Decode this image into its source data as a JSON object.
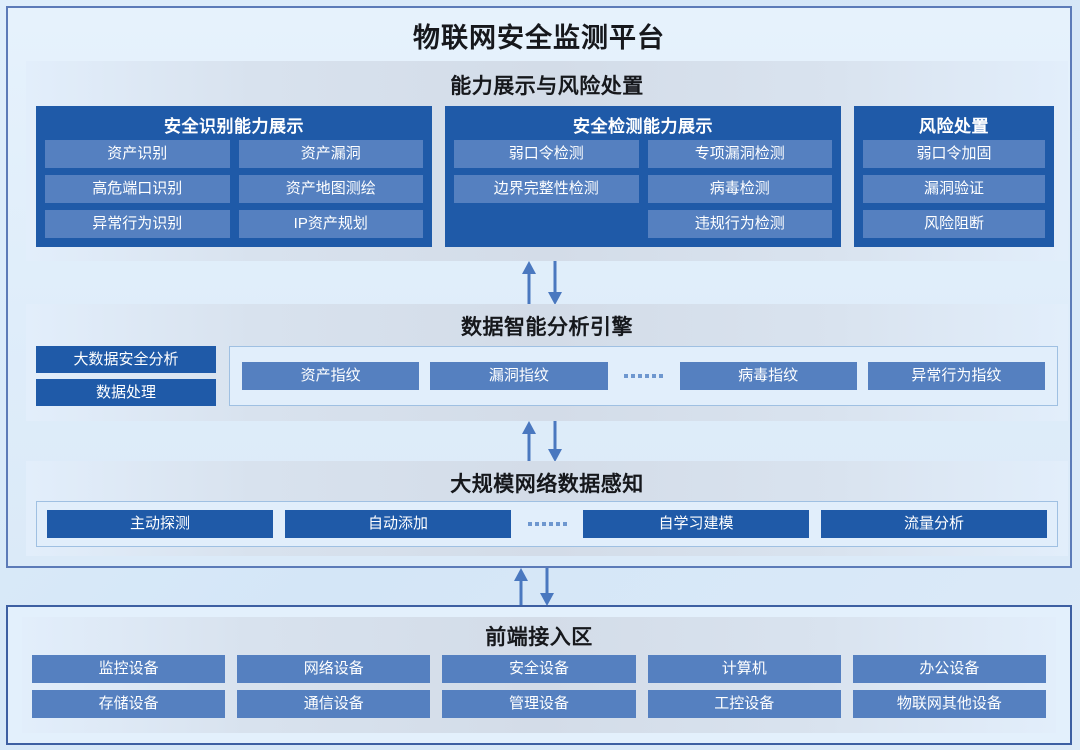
{
  "platform": {
    "title": "物联网安全监测平台"
  },
  "sections": {
    "capability": {
      "title": "能力展示与风险处置",
      "panels": [
        {
          "title": "安全识别能力展示",
          "columns": [
            [
              "资产识别",
              "高危端口识别",
              "异常行为识别"
            ],
            [
              "资产漏洞",
              "资产地图测绘",
              "IP资产规划"
            ]
          ]
        },
        {
          "title": "安全检测能力展示",
          "columns": [
            [
              "弱口令检测",
              "边界完整性检测",
              ""
            ],
            [
              "专项漏洞检测",
              "病毒检测",
              "违规行为检测"
            ]
          ]
        },
        {
          "title": "风险处置",
          "columns": [
            [
              "弱口令加固",
              "漏洞验证",
              "风险阻断"
            ]
          ]
        }
      ]
    },
    "analysis": {
      "title": "数据智能分析引擎",
      "side_items": [
        "大数据安全分析",
        "数据处理"
      ],
      "fingerprints_left": [
        "资产指纹",
        "漏洞指纹"
      ],
      "fingerprints_right": [
        "病毒指纹",
        "异常行为指纹"
      ],
      "ellipsis": "••••••"
    },
    "perception": {
      "title": "大规模网络数据感知",
      "items_left": [
        "主动探测",
        "自动添加"
      ],
      "items_right": [
        "自学习建模",
        "流量分析"
      ],
      "ellipsis": "••••••"
    },
    "frontend": {
      "title": "前端接入区",
      "rows": [
        [
          "监控设备",
          "网络设备",
          "安全设备",
          "计算机",
          "办公设备"
        ],
        [
          "存储设备",
          "通信设备",
          "管理设备",
          "工控设备",
          "物联网其他设备"
        ]
      ]
    }
  },
  "connectors": {
    "capability_analysis": {
      "up_icon": "arrow-up-icon",
      "down_icon": "arrow-down-icon"
    },
    "analysis_perception": {
      "up_icon": "arrow-up-icon",
      "down_icon": "arrow-down-icon"
    },
    "main_frontend": {
      "up_icon": "arrow-up-icon",
      "down_icon": "arrow-down-icon"
    }
  },
  "colors": {
    "dark_blue": "#1f5aa8",
    "medium_blue": "#5580c0",
    "frame_border": "#5c7bb8",
    "bottom_frame_border": "#3d5fa2",
    "page_background": "#dceaf8",
    "band_background": "#d3dce8",
    "inner_box_background": "#e1eefb",
    "inner_box_border": "#9fc0e2",
    "arrow_color": "#4a78bf",
    "title_text": "#16181c",
    "chip_text": "#ffffff"
  }
}
